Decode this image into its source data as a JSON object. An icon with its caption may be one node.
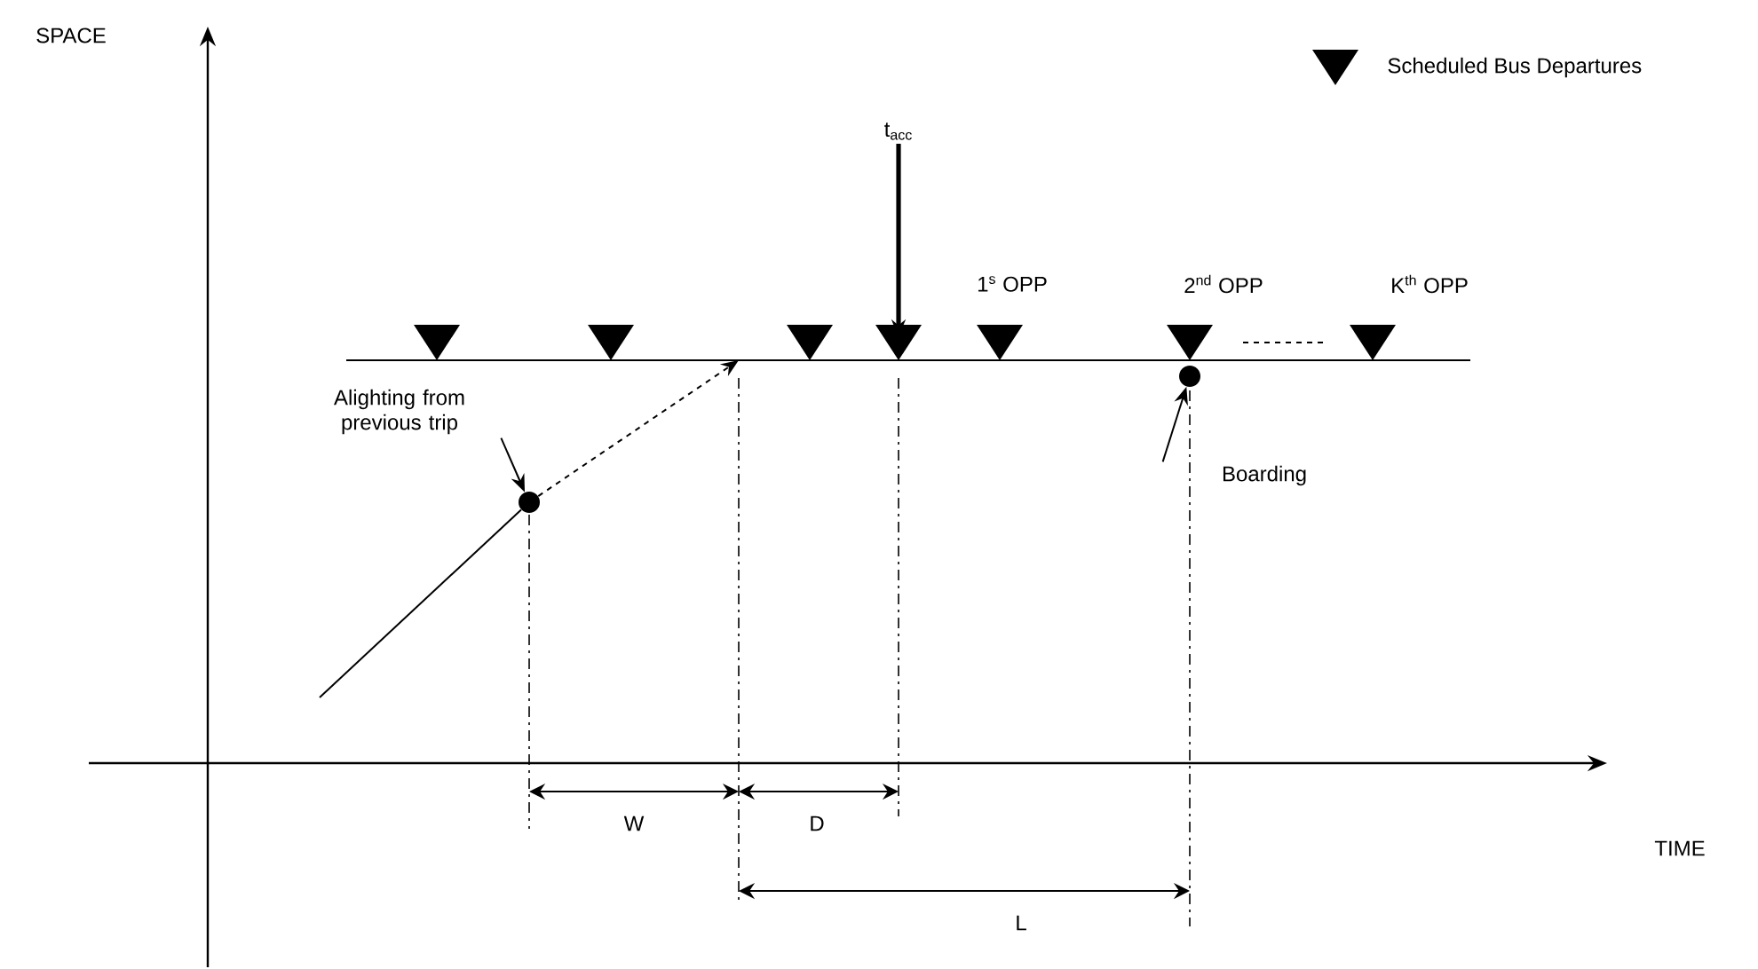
{
  "diagram": {
    "nodes": [
      {
        "text": [
          "Alighting from previous trip"
        ]
      },
      {
        "text": [],
        "shape": "circle"
      },
      {
        "text": [
          "Boarding"
        ]
      },
      {
        "text": [],
        "shape": "circle"
      },
      {
        "text": [
          "t$_{acc}$"
        ]
      }
    ],
    "edges": [
      {
        "from": 0,
        "to": 1,
        "arrow": "to"
      },
      {
        "from": 2,
        "to": 3,
        "arrow": "to"
      },
      {
        "from": 4,
        "to": null,
        "arrow": "to",
        "style": "thick"
      },
      {
        "from": null,
        "to": 1,
        "arrow": "none"
      },
      {
        "from": 1,
        "to": null,
        "arrow": "to",
        "style": "dashed"
      }
    ],
    "labels": [
      "SPACE",
      "1$^{s}$ OPP",
      "2$^{nd}$ OPP",
      "K$^{th}$ OPP",
      "TIME",
      "W",
      "D",
      "L"
    ],
    "legend": [
      {
        "text": "Scheduled Bus Departures"
      }
    ]
  }
}
